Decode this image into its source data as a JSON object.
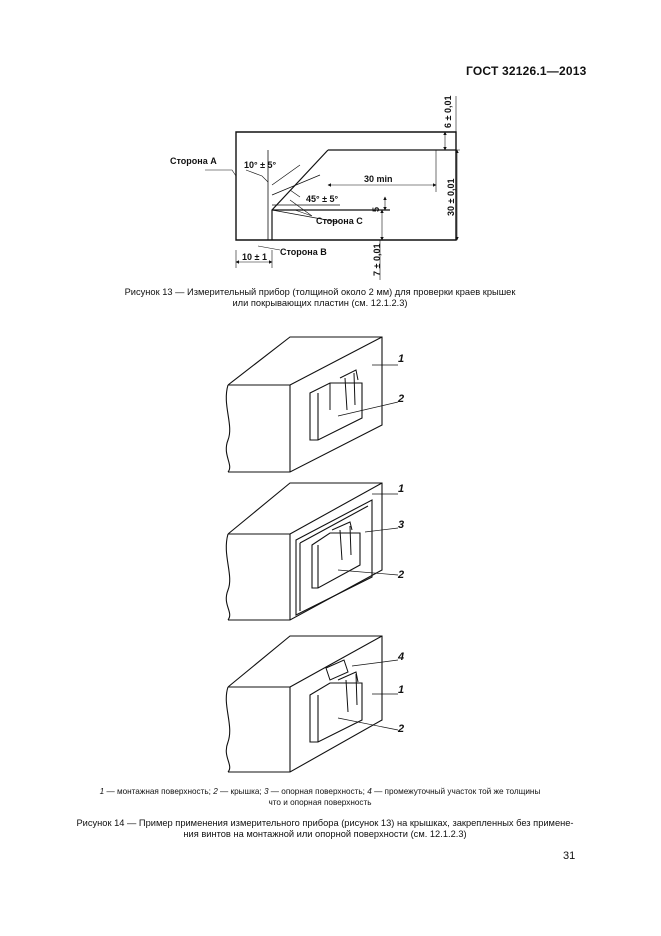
{
  "header": {
    "standard": "ГОСТ 32126.1—2013"
  },
  "figure13": {
    "labels": {
      "side_a": "Сторона А",
      "side_b": "Сторона В",
      "side_c": "Сторона С",
      "angle_top": "10° ± 5°",
      "angle_mid": "45° ± 5°",
      "dim_30min": "30 min",
      "dim_5": "5",
      "dim_10": "10 ± 1",
      "dim_top": "6 ± 0,01",
      "dim_right": "30 ± 0,01",
      "dim_bottom": "7 ± 0,01"
    },
    "caption_line1": "Рисунок 13 — Измерительный прибор (толщиной около 2 мм) для проверки краев крышек",
    "caption_line2": "или покрывающих пластин (см. 12.1.2.3)"
  },
  "figure14": {
    "view1_callouts": [
      "1",
      "2"
    ],
    "view2_callouts": [
      "1",
      "3",
      "2"
    ],
    "view3_callouts": [
      "4",
      "1",
      "2"
    ],
    "legend": {
      "n1": "1",
      "t1": " — монтажная поверхность; ",
      "n2": "2",
      "t2": " — крышка; ",
      "n3": "3",
      "t3": " — опорная поверхность; ",
      "n4": "4",
      "t4": " — промежуточный участок той же толщины",
      "line2": "что и опорная поверхность"
    },
    "caption_line1": "Рисунок 14 — Пример применения измерительного прибора (рисунок 13) на крышках, закрепленных без примене-",
    "caption_line2": "ния винтов на монтажной или опорной поверхности (см. 12.1.2.3)"
  },
  "page_number": "31"
}
